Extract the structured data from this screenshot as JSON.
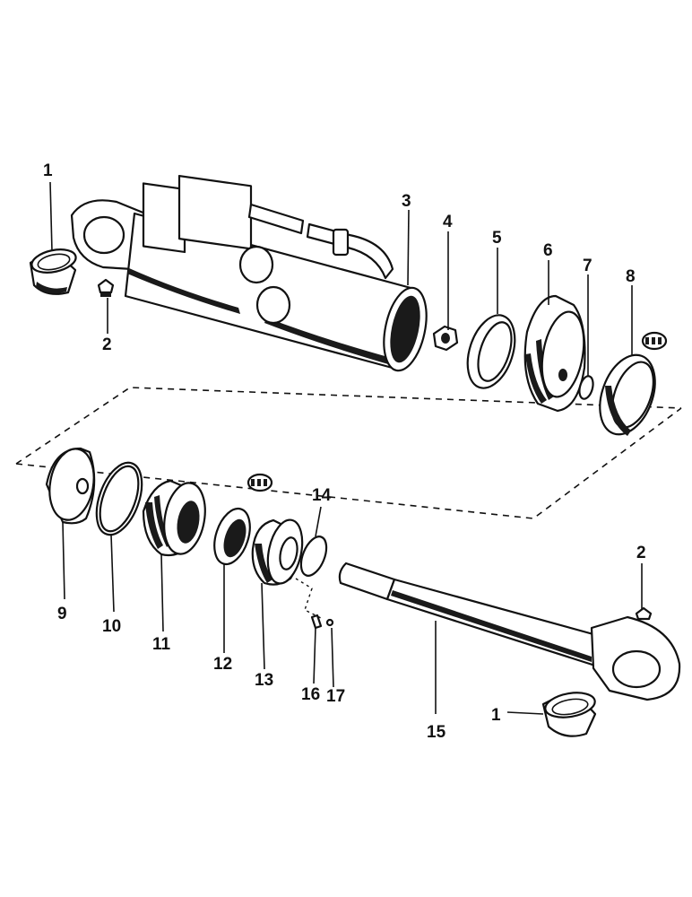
{
  "diagram": {
    "callouts": {
      "p1_top": "1",
      "p2_top": "2",
      "p3": "3",
      "p4": "4",
      "p5": "5",
      "p6": "6",
      "p7": "7",
      "p8": "8",
      "p9": "9",
      "p10": "10",
      "p11": "11",
      "p12": "12",
      "p13": "13",
      "p14": "14",
      "p15": "15",
      "p16": "16",
      "p17": "17",
      "p1_bottom": "1",
      "p2_bottom": "2"
    }
  }
}
